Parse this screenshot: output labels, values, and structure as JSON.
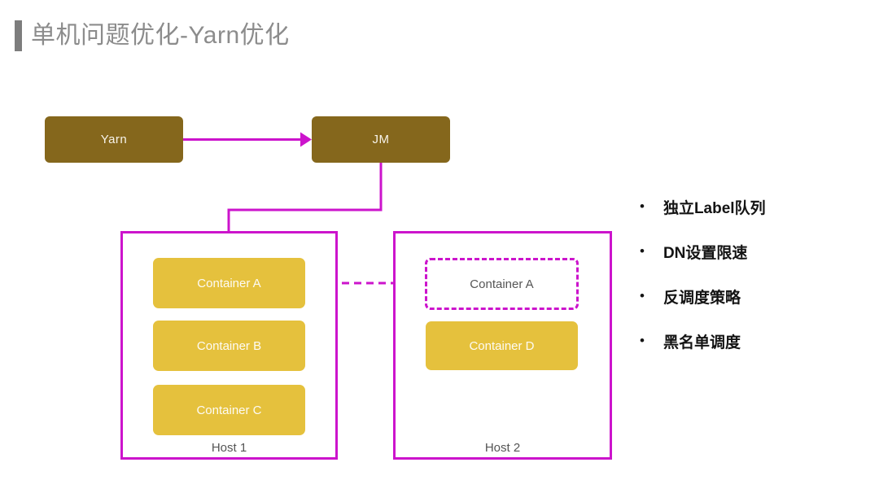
{
  "slide": {
    "title": "单机问题优化-Yarn优化"
  },
  "diagram": {
    "yarn_label": "Yarn",
    "jm_label": "JM",
    "host1": {
      "label": "Host 1",
      "containers": [
        "Container A",
        "Container B",
        "Container C"
      ]
    },
    "host2": {
      "label": "Host 2",
      "ghost_container": "Container A",
      "containers": [
        "Container D"
      ]
    }
  },
  "bullets": [
    "独立Label队列",
    "DN设置限速",
    "反调度策略",
    "黑名单调度"
  ],
  "icons": {
    "bullet_glyph": "•"
  },
  "colors": {
    "accent_magenta": "#cc14cc",
    "node_olive": "#85671c",
    "container_yellow": "#e5c13d",
    "title_text_gray": "#8c8c8c",
    "title_bar_gray": "#7d7d7d",
    "label_gray": "#555555",
    "bullet_text": "#141414"
  }
}
